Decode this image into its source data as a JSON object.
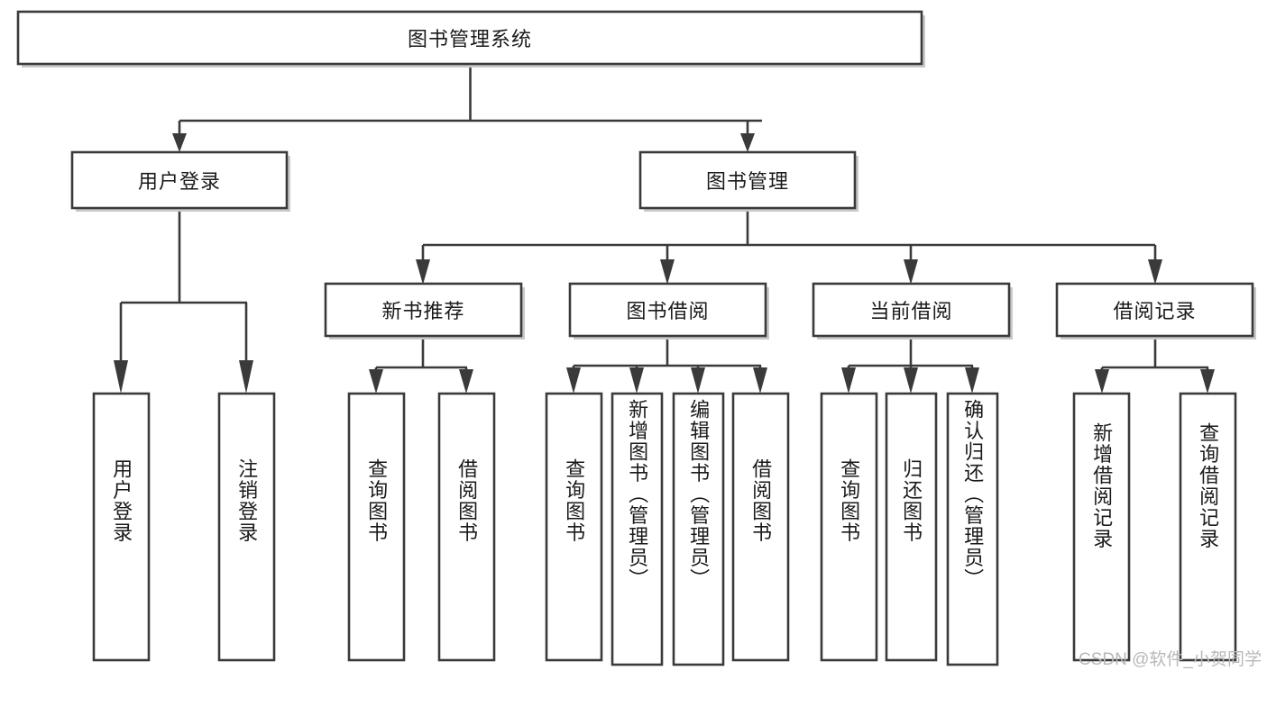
{
  "diagram": {
    "type": "tree",
    "title": "图书管理系统",
    "orientation": "top-down",
    "colors": {
      "stroke": "#3a3a3a",
      "box_fill": "#ffffff",
      "shadow": "#c9c9c9",
      "text": "#1a1a1a",
      "watermark": "#b8b8b8",
      "background": "#ffffff"
    },
    "watermark": "CSDN @软件_小贺同学",
    "nodes": {
      "root": {
        "label": "图书管理系统",
        "level": 1,
        "orientation": "horizontal"
      },
      "l2": [
        {
          "id": "user-login",
          "label": "用户登录",
          "level": 2,
          "orientation": "horizontal"
        },
        {
          "id": "book-manage",
          "label": "图书管理",
          "level": 2,
          "orientation": "horizontal"
        }
      ],
      "l3": [
        {
          "id": "new-book-rec",
          "label": "新书推荐",
          "level": 3,
          "orientation": "horizontal"
        },
        {
          "id": "book-borrow",
          "label": "图书借阅",
          "level": 3,
          "orientation": "horizontal"
        },
        {
          "id": "current-borrow",
          "label": "当前借阅",
          "level": 3,
          "orientation": "horizontal"
        },
        {
          "id": "borrow-record",
          "label": "借阅记录",
          "level": 3,
          "orientation": "horizontal"
        }
      ],
      "leaves": [
        {
          "id": "leaf-user-login",
          "label": "用户登录",
          "parent": "user-login",
          "orientation": "vertical"
        },
        {
          "id": "leaf-user-logout",
          "label": "注销登录",
          "parent": "user-login",
          "orientation": "vertical"
        },
        {
          "id": "leaf-query-book-1",
          "label": "查询图书",
          "parent": "new-book-rec",
          "orientation": "vertical"
        },
        {
          "id": "leaf-borrow-book-1",
          "label": "借阅图书",
          "parent": "new-book-rec",
          "orientation": "vertical"
        },
        {
          "id": "leaf-query-book-2",
          "label": "查询图书",
          "parent": "book-borrow",
          "orientation": "vertical"
        },
        {
          "id": "leaf-add-book",
          "label": "新增图书（管理员）",
          "parent": "book-borrow",
          "orientation": "vertical"
        },
        {
          "id": "leaf-edit-book",
          "label": "编辑图书（管理员）",
          "parent": "book-borrow",
          "orientation": "vertical"
        },
        {
          "id": "leaf-borrow-book-2",
          "label": "借阅图书",
          "parent": "book-borrow",
          "orientation": "vertical"
        },
        {
          "id": "leaf-query-book-3",
          "label": "查询图书",
          "parent": "current-borrow",
          "orientation": "vertical"
        },
        {
          "id": "leaf-return-book",
          "label": "归还图书",
          "parent": "current-borrow",
          "orientation": "vertical"
        },
        {
          "id": "leaf-confirm-return",
          "label": "确认归还（管理员）",
          "parent": "current-borrow",
          "orientation": "vertical"
        },
        {
          "id": "leaf-add-record",
          "label": "新增借阅记录",
          "parent": "borrow-record",
          "orientation": "vertical"
        },
        {
          "id": "leaf-query-record",
          "label": "查询借阅记录",
          "parent": "borrow-record",
          "orientation": "vertical"
        }
      ]
    },
    "edges": [
      {
        "from": "图书管理系统",
        "to": "用户登录"
      },
      {
        "from": "图书管理系统",
        "to": "图书管理"
      },
      {
        "from": "图书管理",
        "to": "新书推荐"
      },
      {
        "from": "图书管理",
        "to": "图书借阅"
      },
      {
        "from": "图书管理",
        "to": "当前借阅"
      },
      {
        "from": "图书管理",
        "to": "借阅记录"
      },
      {
        "from": "用户登录",
        "to": "用户登录"
      },
      {
        "from": "用户登录",
        "to": "注销登录"
      },
      {
        "from": "新书推荐",
        "to": "查询图书"
      },
      {
        "from": "新书推荐",
        "to": "借阅图书"
      },
      {
        "from": "图书借阅",
        "to": "查询图书"
      },
      {
        "from": "图书借阅",
        "to": "新增图书（管理员）"
      },
      {
        "from": "图书借阅",
        "to": "编辑图书（管理员）"
      },
      {
        "from": "图书借阅",
        "to": "借阅图书"
      },
      {
        "from": "当前借阅",
        "to": "查询图书"
      },
      {
        "from": "当前借阅",
        "to": "归还图书"
      },
      {
        "from": "当前借阅",
        "to": "确认归还（管理员）"
      },
      {
        "from": "借阅记录",
        "to": "新增借阅记录"
      },
      {
        "from": "借阅记录",
        "to": "查询借阅记录"
      }
    ]
  }
}
